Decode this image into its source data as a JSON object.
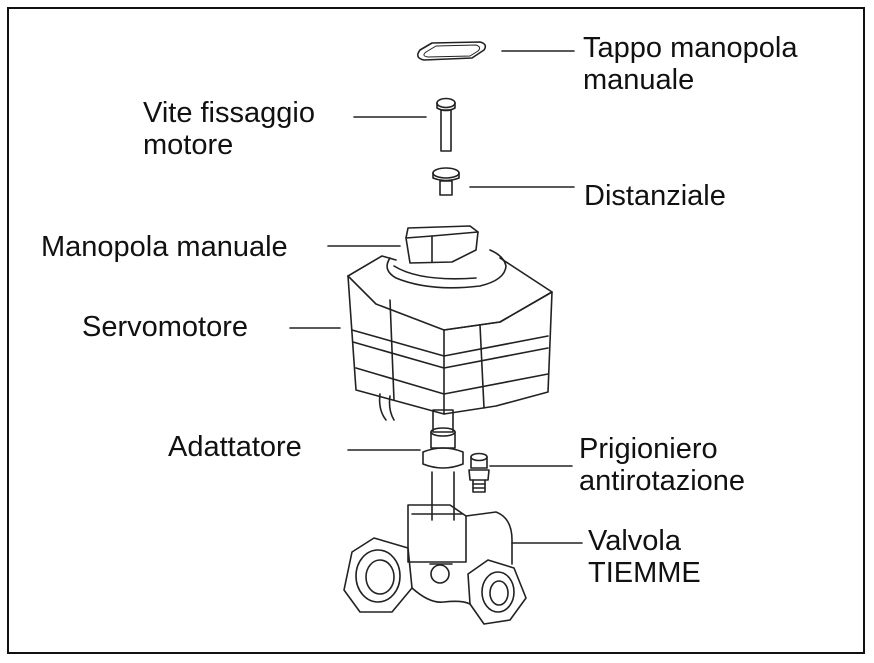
{
  "labels": {
    "tappo": [
      "Tappo manopola",
      "manuale"
    ],
    "vite": [
      "Vite fissaggio",
      "motore"
    ],
    "distanziale": "Distanziale",
    "manopola": "Manopola manuale",
    "servomotore": "Servomotore",
    "adattatore": "Adattatore",
    "prigioniero": [
      "Prigioniero",
      "antirotazione"
    ],
    "valvola": [
      "Valvola",
      "TIEMME"
    ]
  }
}
